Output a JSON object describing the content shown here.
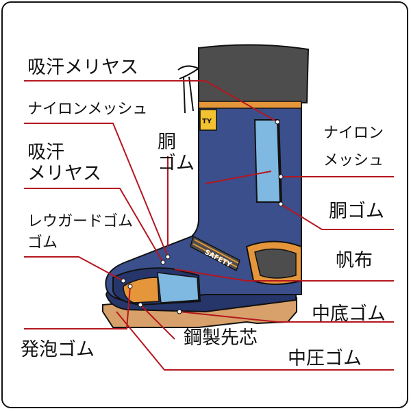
{
  "labels": {
    "l1": "吸汗メリヤス",
    "l2": "ナイロンメッシュ",
    "l3a": "吸汗",
    "l3b": "メリヤス",
    "l4a": "レウガードゴム",
    "l4b": "ゴム",
    "l5": "発泡ゴム",
    "r1a": "胴",
    "r1b": "ゴム",
    "r2a": "ナイロン",
    "r2b": "メッシュ",
    "r3": "胴ゴム",
    "r4": "帆布",
    "r5": "中底ゴム",
    "r6": "鋼製先芯",
    "r7": "中圧ゴム"
  },
  "boot": {
    "band_text": "TY",
    "ankle_text": "SAFETY"
  },
  "colors": {
    "leader": "#b5161f",
    "navy": "#3b4f8c",
    "navy_dark": "#26356a",
    "cuff": "#4d4d4d",
    "orange": "#e5963a",
    "light_blue": "#7fb8e0",
    "sole_tan": "#d8a06a",
    "outline": "#111111"
  }
}
